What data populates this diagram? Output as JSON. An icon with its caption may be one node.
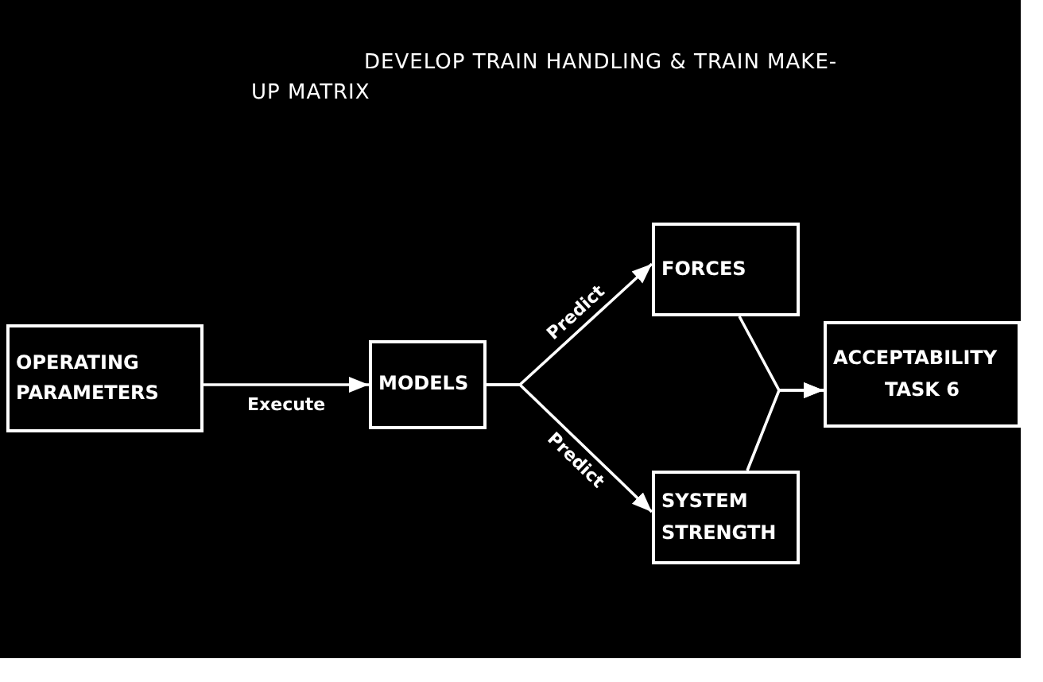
{
  "diagram": {
    "title": "DEVELOP TRAIN HANDLING & TRAIN MAKE-UP MATRIX",
    "nodes": [
      {
        "text": [
          "OPERATING PARAMETERS"
        ]
      },
      {
        "text": [
          "MODELS"
        ]
      },
      {
        "text": [
          "FORCES"
        ]
      },
      {
        "text": [
          "SYSTEM STRENGTH"
        ]
      },
      {
        "text": [
          "ACCEPTABILITY",
          "TASK 6"
        ]
      }
    ],
    "edges": [
      {
        "from": 0,
        "to": 1,
        "arrow": "to",
        "label": "Execute"
      },
      {
        "from": 1,
        "to": 2,
        "arrow": "to",
        "label": "Predict"
      },
      {
        "from": 1,
        "to": 3,
        "arrow": "to",
        "label": "Predict"
      },
      {
        "from": 2,
        "to": 4,
        "arrow": "to"
      },
      {
        "from": 3,
        "to": 4,
        "arrow": "to"
      }
    ]
  }
}
